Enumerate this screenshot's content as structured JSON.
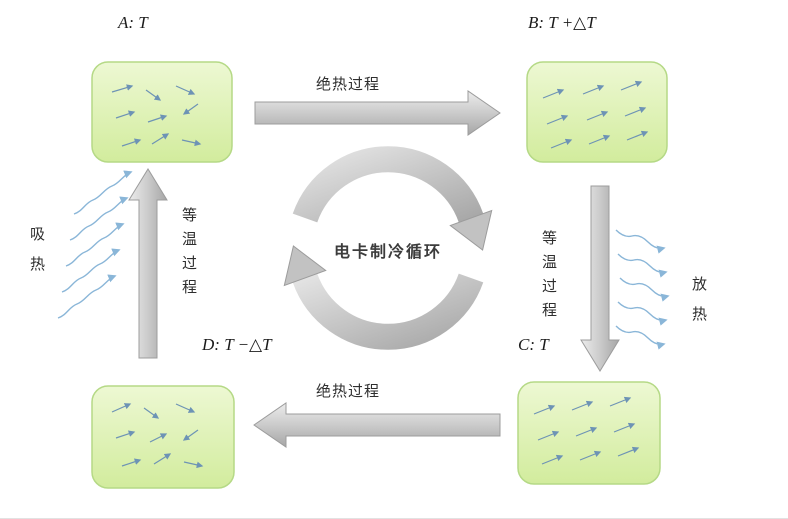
{
  "diagram": {
    "cycle_title": "电卡制冷循环",
    "states": {
      "a": "A: T",
      "b": "B: T +△T",
      "c": "C: T",
      "d": "D: T −△T"
    },
    "processes": {
      "adiabatic_top": "绝热过程",
      "adiabatic_bottom": "绝热过程",
      "isothermal_left": "等温过程",
      "isothermal_right": "等温过程"
    },
    "heat": {
      "absorb": "吸热",
      "release": "放热"
    },
    "colors": {
      "box_green": "#ddf1ad",
      "box_border": "#b5d986",
      "arrow_gray": "#c6c6c6",
      "wave_blue": "#8ab6d8",
      "dipole_blue": "#6d93b5",
      "text": "#333333"
    }
  }
}
